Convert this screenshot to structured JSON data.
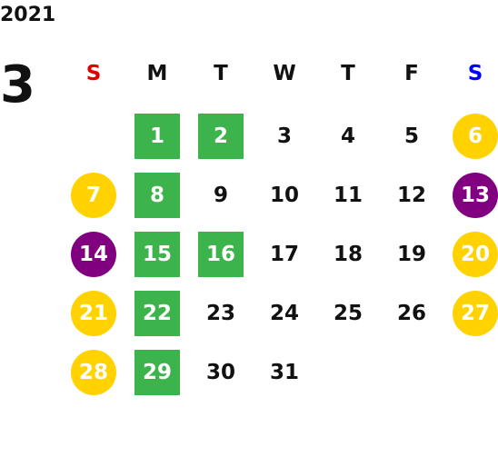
{
  "calendar": {
    "year": "2021",
    "month": "3",
    "colors": {
      "sunday": "#e00000",
      "saturday": "#0000ff",
      "default_weekday": "#111111",
      "green_highlight": "#3cb44b",
      "yellow_highlight": "#ffd200",
      "purple_highlight": "#800080"
    },
    "weekdays": [
      {
        "label": "S",
        "color": "#e00000"
      },
      {
        "label": "M",
        "color": "#111111"
      },
      {
        "label": "T",
        "color": "#111111"
      },
      {
        "label": "W",
        "color": "#111111"
      },
      {
        "label": "T",
        "color": "#111111"
      },
      {
        "label": "F",
        "color": "#111111"
      },
      {
        "label": "S",
        "color": "#0000ff"
      }
    ],
    "first_weekday_index": 1,
    "days": [
      {
        "n": "1",
        "style": "green"
      },
      {
        "n": "2",
        "style": "green"
      },
      {
        "n": "3",
        "style": "plain"
      },
      {
        "n": "4",
        "style": "plain"
      },
      {
        "n": "5",
        "style": "plain"
      },
      {
        "n": "6",
        "style": "yellow"
      },
      {
        "n": "7",
        "style": "yellow"
      },
      {
        "n": "8",
        "style": "green"
      },
      {
        "n": "9",
        "style": "plain"
      },
      {
        "n": "10",
        "style": "plain"
      },
      {
        "n": "11",
        "style": "plain"
      },
      {
        "n": "12",
        "style": "plain"
      },
      {
        "n": "13",
        "style": "purple"
      },
      {
        "n": "14",
        "style": "purple"
      },
      {
        "n": "15",
        "style": "green"
      },
      {
        "n": "16",
        "style": "green"
      },
      {
        "n": "17",
        "style": "plain"
      },
      {
        "n": "18",
        "style": "plain"
      },
      {
        "n": "19",
        "style": "plain"
      },
      {
        "n": "20",
        "style": "yellow"
      },
      {
        "n": "21",
        "style": "yellow"
      },
      {
        "n": "22",
        "style": "green"
      },
      {
        "n": "23",
        "style": "plain"
      },
      {
        "n": "24",
        "style": "plain"
      },
      {
        "n": "25",
        "style": "plain"
      },
      {
        "n": "26",
        "style": "plain"
      },
      {
        "n": "27",
        "style": "yellow"
      },
      {
        "n": "28",
        "style": "yellow"
      },
      {
        "n": "29",
        "style": "green"
      },
      {
        "n": "30",
        "style": "plain"
      },
      {
        "n": "31",
        "style": "plain"
      }
    ]
  }
}
